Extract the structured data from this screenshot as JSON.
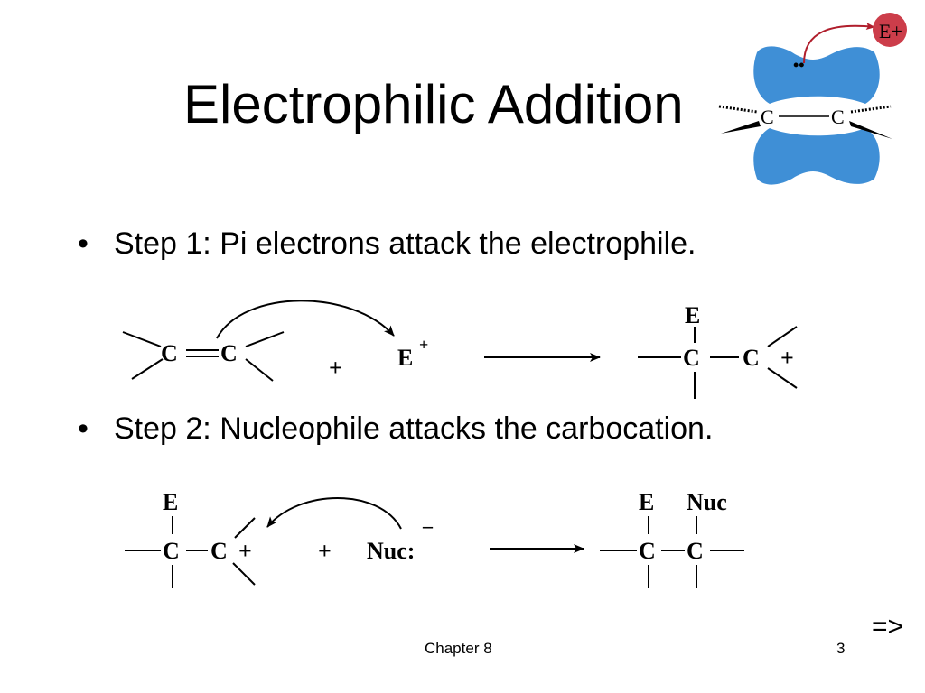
{
  "slide": {
    "title": "Electrophilic Addition",
    "bullets": [
      {
        "marker": "•",
        "text": "Step 1:  Pi electrons attack the electrophile."
      },
      {
        "marker": "•",
        "text": "Step 2:  Nucleophile attacks the carbocation."
      }
    ],
    "footer": {
      "chapter": "Chapter 8",
      "page": "3"
    },
    "next_marker": "=>"
  },
  "figure": {
    "orbital": {
      "electrophile": "E+",
      "carbon": "C",
      "electron_pair": "••"
    },
    "step1": {
      "reactant_carbon": "C",
      "plus": "+",
      "electrophile": "E",
      "electrophile_charge": "+",
      "product_substituent": "E",
      "product_charge": "+"
    },
    "step2": {
      "reactant_substituent": "E",
      "reactant_carbon": "C",
      "reactant_charge": "+",
      "plus": "+",
      "nucleophile": "Nuc:",
      "nucleophile_charge": "–",
      "product_substituent_left": "E",
      "product_substituent_right": "Nuc"
    }
  },
  "colors": {
    "orbital": "#3f8fd6",
    "electrophile_ball": "#cc3d4a",
    "arrow_red": "#b01e2c"
  }
}
